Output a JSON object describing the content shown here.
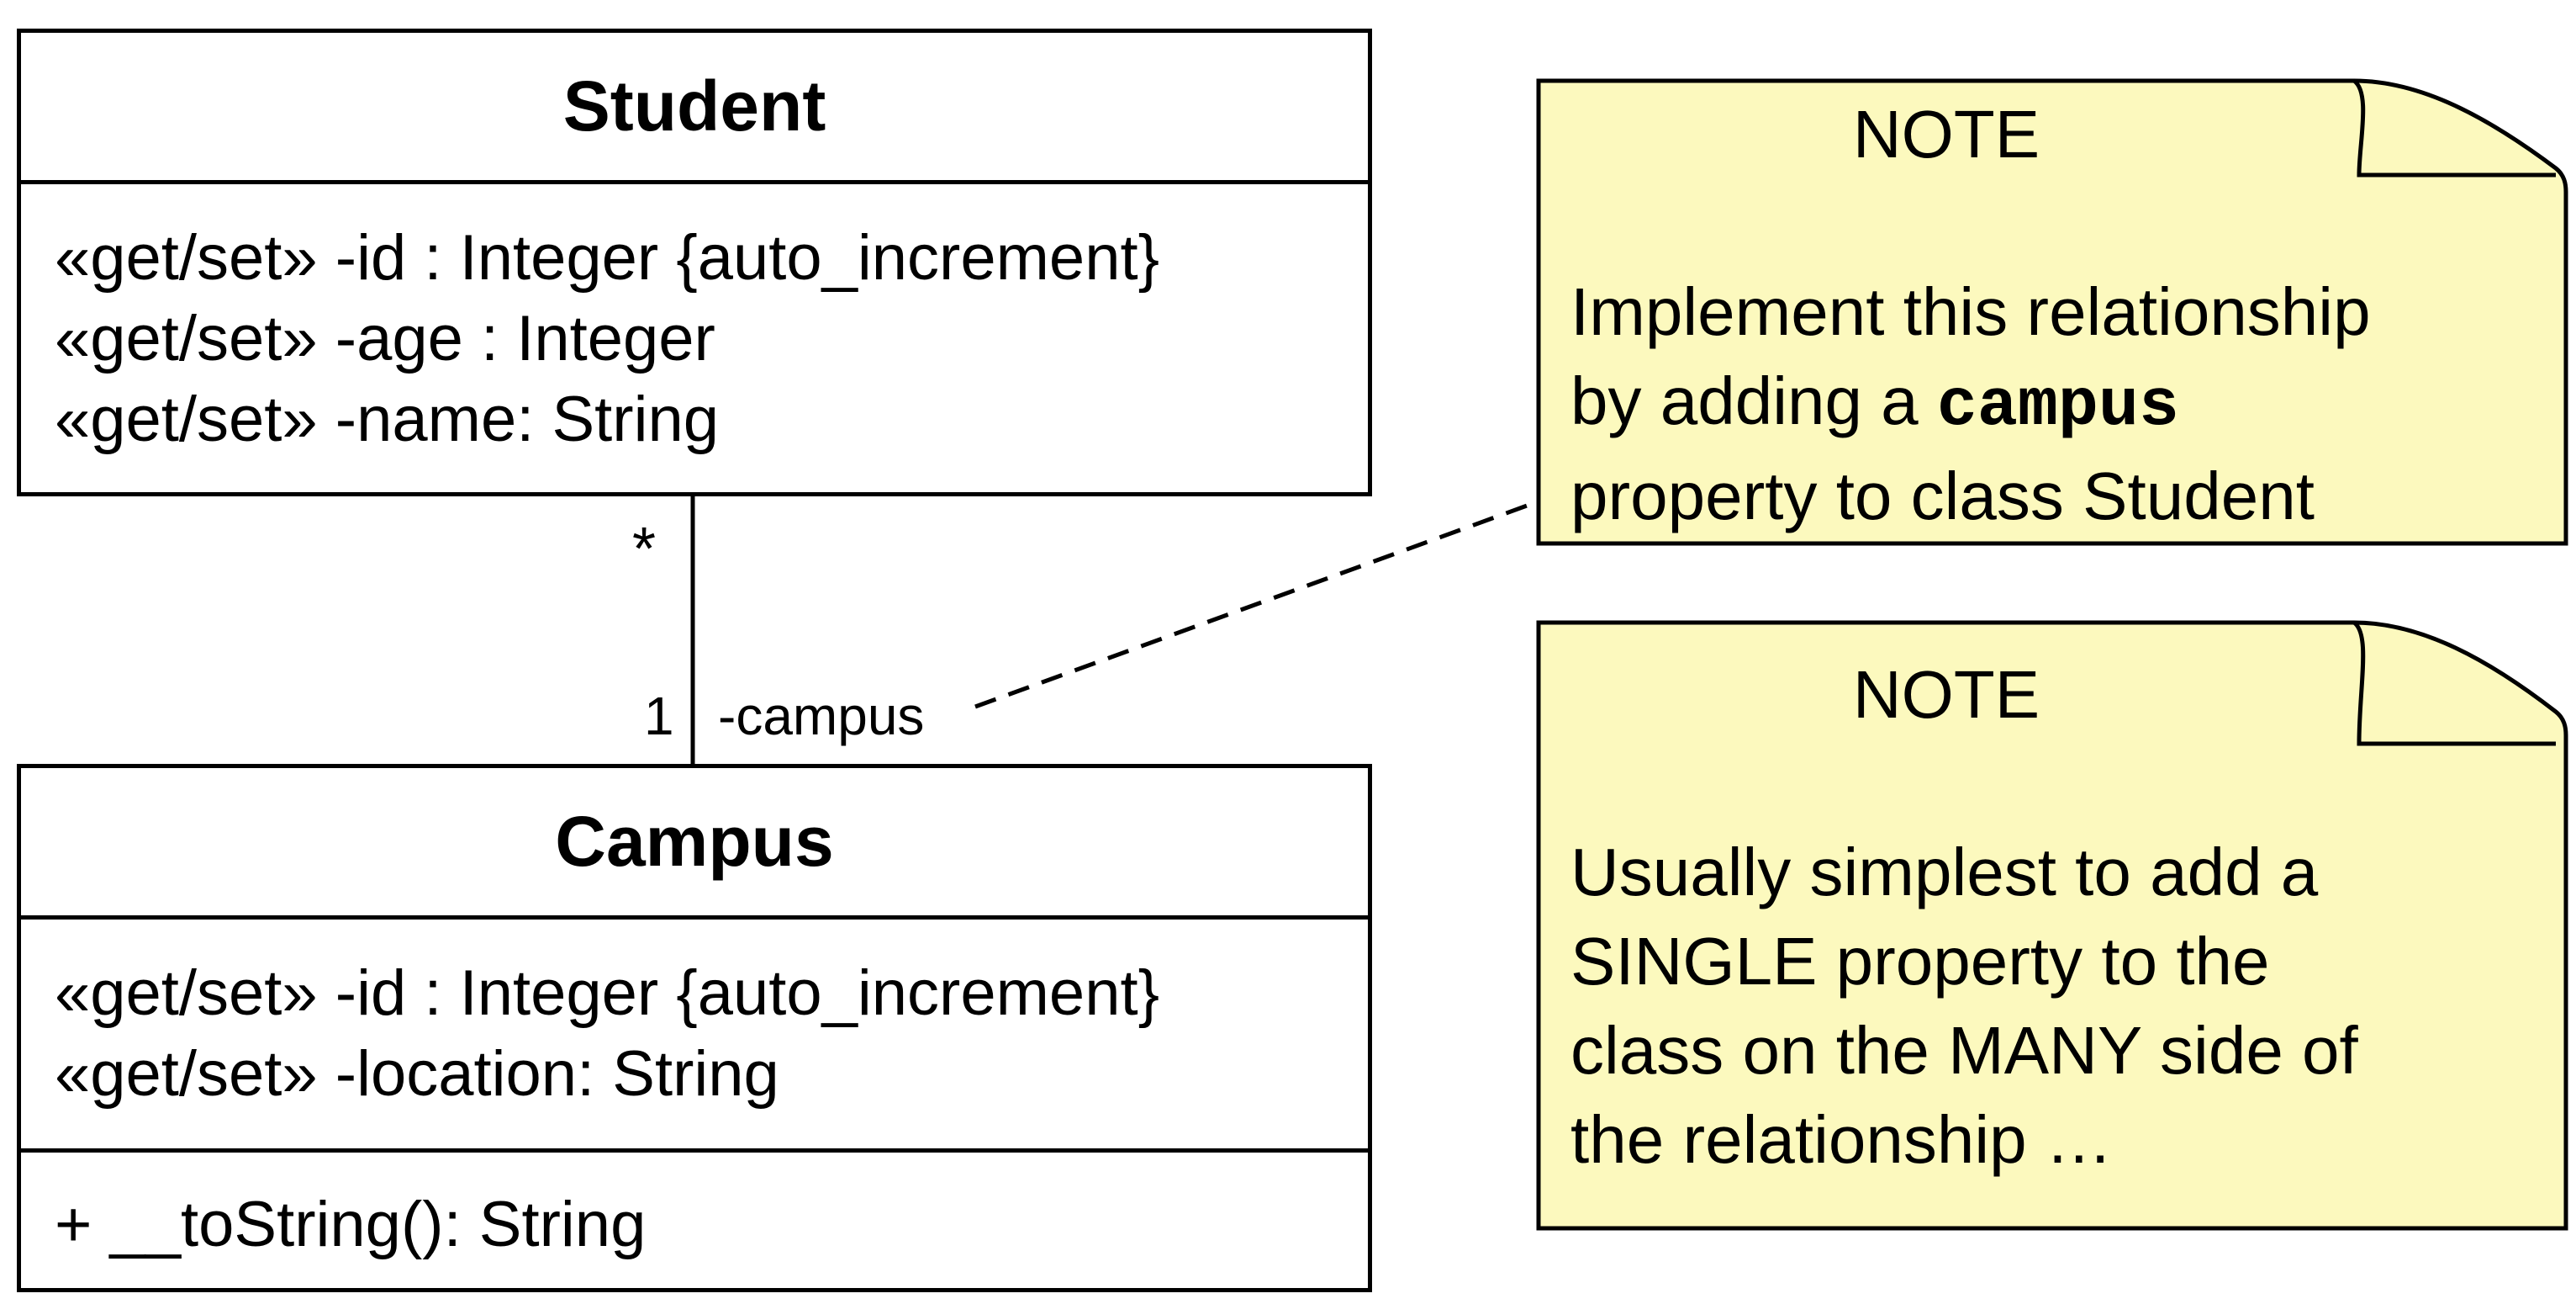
{
  "student": {
    "name": "Student",
    "attributes": [
      "«get/set» -id : Integer {auto_increment}",
      "«get/set» -age : Integer",
      "«get/set» -name: String"
    ]
  },
  "campus": {
    "name": "Campus",
    "attributes": [
      "«get/set» -id : Integer {auto_increment}",
      "«get/set» -location: String"
    ],
    "operations": [
      "+ __toString(): String"
    ]
  },
  "association": {
    "student_multiplicity": "*",
    "campus_multiplicity": "1",
    "role": "-campus"
  },
  "note1": {
    "title": "NOTE",
    "line1": "Implement this relationship",
    "line2_prefix": "by adding a ",
    "line2_code": "campus",
    "line3": "property to class Student"
  },
  "note2": {
    "title": "NOTE",
    "lines": [
      "Usually simplest to add a",
      "SINGLE property to the",
      "class on the MANY side of",
      "the relationship …"
    ]
  },
  "colors": {
    "note_fill": "#fcf9be",
    "line": "#000000"
  }
}
